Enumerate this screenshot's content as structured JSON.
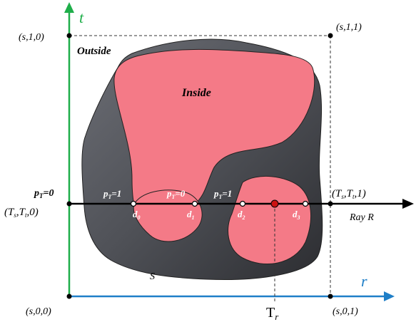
{
  "axes": {
    "t_label": "t",
    "r_label": "r",
    "t_color": "#1fae4a",
    "r_color": "#1f7fc8"
  },
  "corners": {
    "top_left": "(s,1,0)",
    "top_right": "(s,1,1)",
    "bottom_left": "(s,0,0)",
    "bottom_right": "(s,0,1)"
  },
  "regions": {
    "outside": "Outside",
    "inside": "Inside",
    "surface": "S"
  },
  "ray": {
    "start_p": "p",
    "start_p_sub": "T",
    "start_p_val": "=0",
    "start_point": "(T",
    "start_point_s": "s",
    "start_point_t": "t",
    "start_point_end": ",0)",
    "end_point": "(T",
    "end_point_end": ",1)",
    "name": "Ray R",
    "crossings": [
      {
        "p": "p",
        "sub": "T",
        "val": "=1",
        "d": "d",
        "d_sub": "0"
      },
      {
        "p": "p",
        "sub": "T",
        "val": "=0",
        "d": "d",
        "d_sub": "1"
      },
      {
        "p": "p",
        "sub": "T",
        "val": "=1",
        "d": "d",
        "d_sub": "2"
      },
      {
        "d": "d",
        "d_sub": "3"
      }
    ]
  },
  "target": {
    "label": "T",
    "sub": "r"
  },
  "colors": {
    "inside_fill": "#f47a87",
    "surface_fill": "#5a5c62",
    "surface_dark": "#3a3b40",
    "hit_point": "#cc1111"
  }
}
